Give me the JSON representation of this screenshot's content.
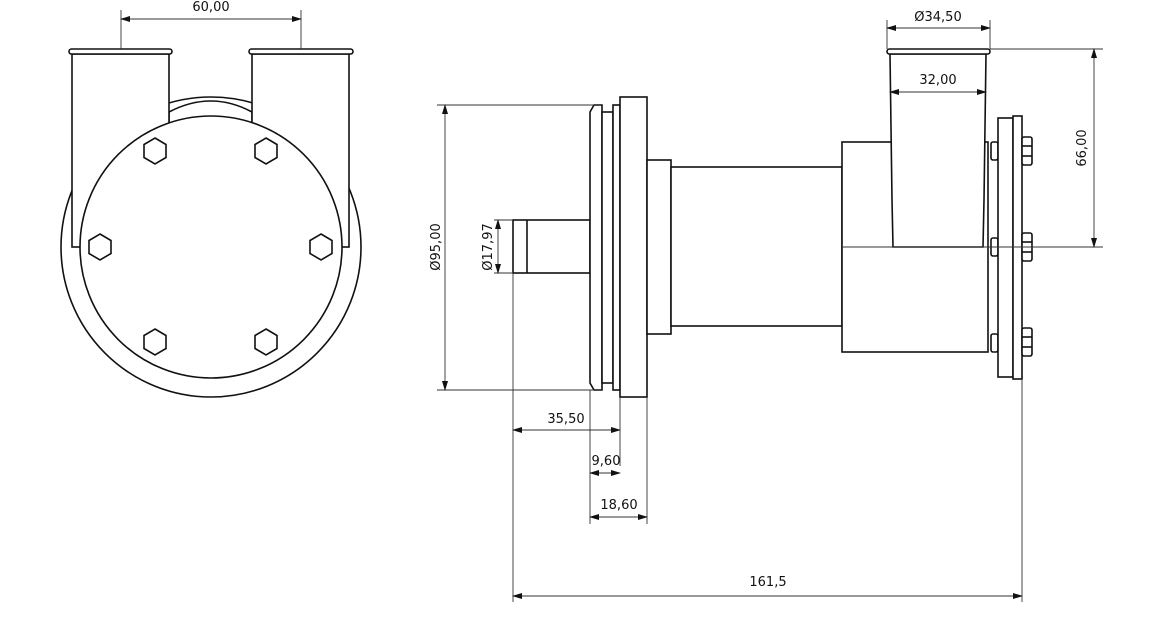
{
  "drawing": {
    "front_view": {
      "dimensions": {
        "pipe_spacing": "60,00"
      }
    },
    "side_view": {
      "dimensions": {
        "flange_diameter": "Ø95,00",
        "shaft_diameter": "Ø17,97",
        "shaft_to_flange": "35,50",
        "flange_thin": "9,60",
        "flange_total": "18,60",
        "overall_length": "161,5",
        "port_outer_diameter": "Ø34,50",
        "port_inner_width": "32,00",
        "port_height": "66,00"
      }
    },
    "colors": {
      "line": "#111111",
      "background": "#ffffff"
    }
  }
}
